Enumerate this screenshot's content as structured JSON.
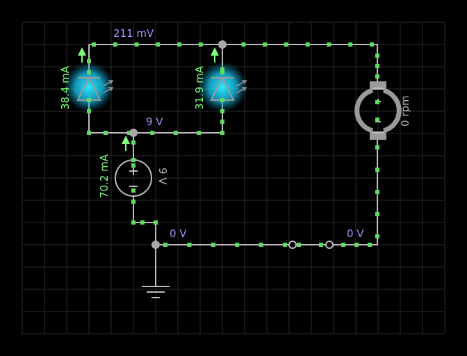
{
  "labels": {
    "top_wire_voltage": "211 mV",
    "mid_wire_voltage": "9 V",
    "bottom_left_voltage": "0 V",
    "bottom_right_voltage": "0 V",
    "led1_current": "38.4 mA",
    "led2_current": "31.9 mA",
    "battery_current": "70.2 mA",
    "battery_voltage": "9 V",
    "motor_speed": "0 rpm"
  },
  "colors": {
    "background": "#000000",
    "grid": "#2a2a2a",
    "wire": "#bdbdbd",
    "current_dot": "#5fdc5f",
    "led_glow": "#2ee8ff",
    "voltage_label": "#9a9aff",
    "current_label": "#7dff7d",
    "component_label": "#b5b5b5"
  }
}
